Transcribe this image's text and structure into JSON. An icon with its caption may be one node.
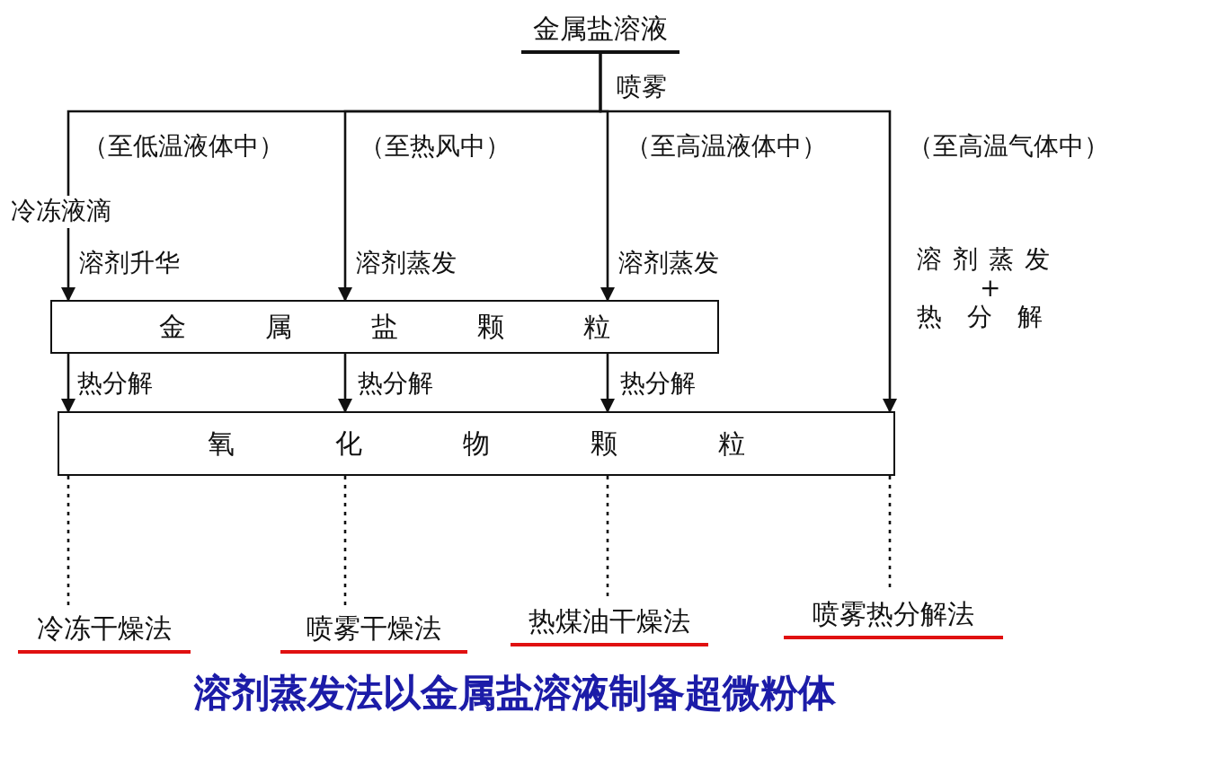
{
  "diagram": {
    "caption": "溶剂蒸发法以金属盐溶液制备超微粉体",
    "nodes": [
      {
        "text": [
          "金属盐溶液"
        ]
      },
      {
        "text": [
          "金属盐颗粒"
        ]
      },
      {
        "text": [
          "氧化物颗粒"
        ]
      },
      {
        "text": [
          "冷冻干燥法"
        ]
      },
      {
        "text": [
          "喷雾干燥法"
        ]
      },
      {
        "text": [
          "热煤油干燥法"
        ]
      },
      {
        "text": [
          "喷雾热分解法"
        ]
      }
    ],
    "edges": [
      {
        "from": 0,
        "to": 1,
        "arrow": "to"
      },
      {
        "from": 0,
        "to": 1,
        "arrow": "to"
      },
      {
        "from": 0,
        "to": 1,
        "arrow": "to"
      },
      {
        "from": 0,
        "to": 2,
        "arrow": "to"
      },
      {
        "from": 1,
        "to": 2,
        "arrow": "to",
        "label": "热分解"
      },
      {
        "from": 1,
        "to": 2,
        "arrow": "to",
        "label": "热分解"
      },
      {
        "from": 1,
        "to": 2,
        "arrow": "to",
        "label": "热分解"
      },
      {
        "from": 2,
        "to": 3,
        "arrow": "none",
        "style": "dashed"
      },
      {
        "from": 2,
        "to": 4,
        "arrow": "none",
        "style": "dashed"
      },
      {
        "from": 2,
        "to": 5,
        "arrow": "none",
        "style": "dashed"
      },
      {
        "from": 2,
        "to": 6,
        "arrow": "none",
        "style": "dashed"
      }
    ],
    "labels": [
      "喷雾",
      "（至低温液体中）",
      "（至热风中）",
      "（至高温液体中）",
      "（至高温气体中）",
      "冷冻液滴",
      "溶剂升华",
      "溶剂蒸发",
      "溶剂蒸发",
      "溶剂蒸发",
      "+",
      "热分解"
    ]
  }
}
